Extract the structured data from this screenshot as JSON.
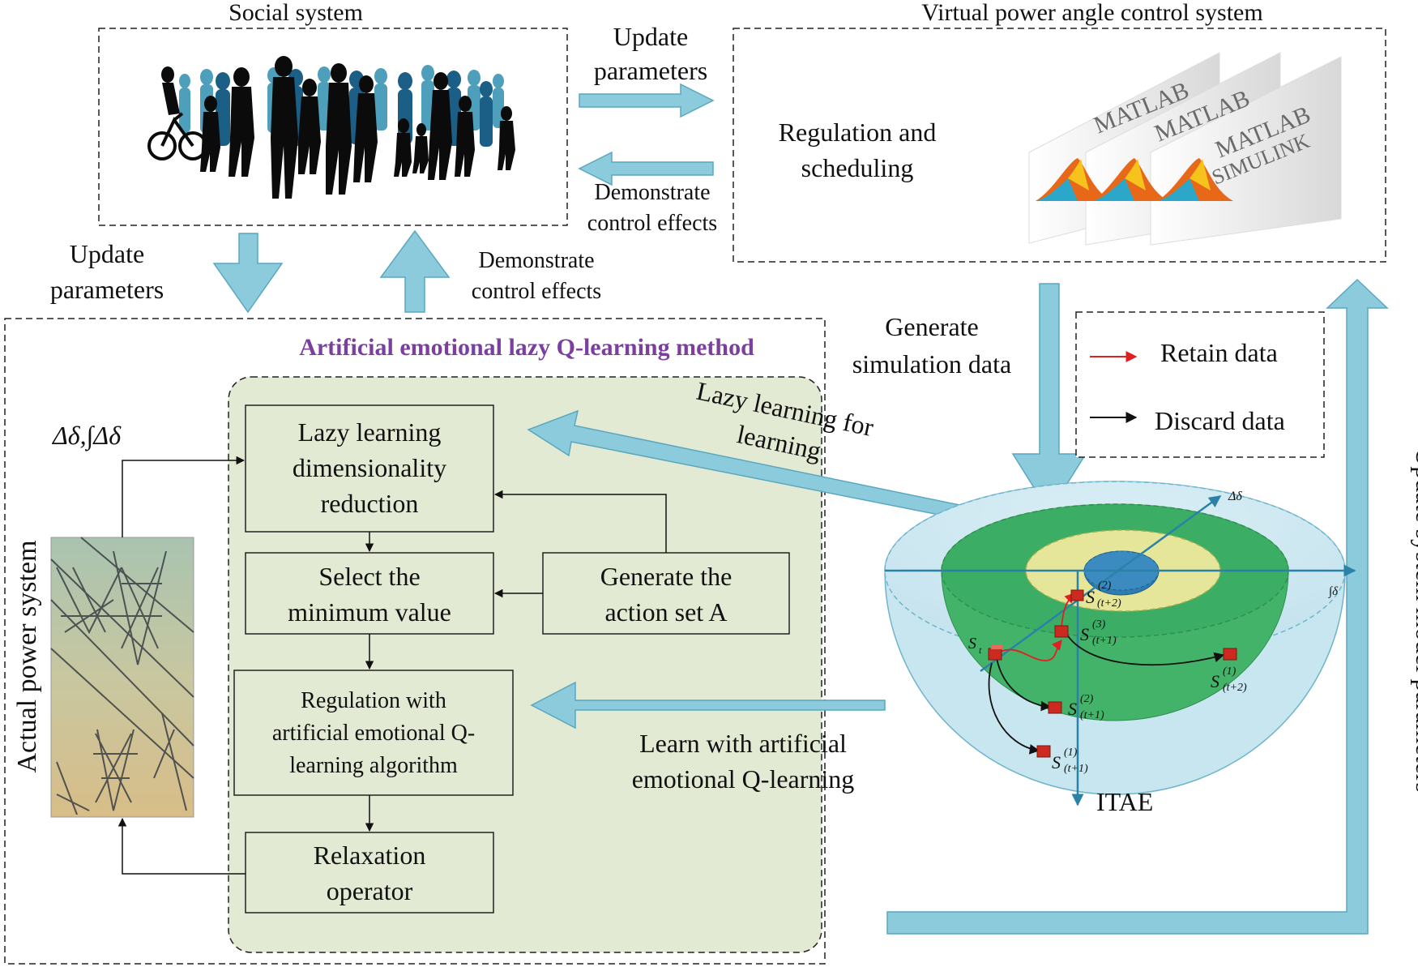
{
  "colors": {
    "arrow_fill": "#8ccbdc",
    "arrow_stroke": "#5aa8c0",
    "green_panel": "#e3ead3",
    "box_fill": "#e3ead3",
    "title_purple": "#7b3fa0",
    "axis_blue": "#2a82a8",
    "retain_red": "#e02020",
    "discard_black": "#111111",
    "state_red": "#cc2a1e"
  },
  "icons": {
    "crowd": "crowd-silhouette-icon",
    "matlab": "matlab-simulink-logo-icon",
    "pylon": "power-pylon-photo-icon"
  },
  "sections": {
    "social_system": "Social system",
    "virtual_system": "Virtual power angle control system",
    "actual_power": "Actual power system",
    "method_title": "Artificial emotional lazy Q-learning method"
  },
  "arrows": {
    "top_update_1": "Update",
    "top_update_2": "parameters",
    "top_demo_1": "Demonstrate",
    "top_demo_2": "control effects",
    "left_update_1": "Update",
    "left_update_2": "parameters",
    "left_demo_1": "Demonstrate",
    "left_demo_2": "control effects",
    "gen_sim_1": "Generate",
    "gen_sim_2": "simulation data",
    "lazy_1": "Lazy learning for",
    "lazy_2": "learning",
    "learn_1": "Learn with artificial",
    "learn_2": "emotional Q-learning",
    "update_model": "Update system model parameters"
  },
  "virtual": {
    "reg_1": "Regulation and",
    "reg_2": "scheduling",
    "matlab_1": "MATLAB",
    "matlab_2": "SIMULINK"
  },
  "legend": {
    "retain": "Retain data",
    "discard": "Discard data"
  },
  "boxes": {
    "lazy": [
      "Lazy learning",
      "dimensionality",
      "reduction"
    ],
    "select": [
      "Select the",
      "minimum value"
    ],
    "generate": [
      "Generate the",
      "action set A"
    ],
    "regulation": [
      "Regulation with",
      "artificial emotional Q-",
      "learning algorithm"
    ],
    "relaxation": [
      "Relaxation",
      "operator"
    ]
  },
  "feedback": {
    "delta_label": "Δδ,∫Δδ"
  },
  "hemisphere": {
    "axis_delta": "Δδ",
    "axis_int": "∫δ",
    "axis_itae": "ITAE",
    "states": [
      {
        "base": "S",
        "sub": "t",
        "sup": ""
      },
      {
        "base": "S",
        "sub": "(t+2)",
        "sup": "(2)"
      },
      {
        "base": "S",
        "sub": "(t+1)",
        "sup": "(3)"
      },
      {
        "base": "S",
        "sub": "(t+1)",
        "sup": "(2)"
      },
      {
        "base": "S",
        "sub": "(t+2)",
        "sup": "(1)"
      },
      {
        "base": "S",
        "sub": "(t+1)",
        "sup": "(1)"
      }
    ]
  }
}
